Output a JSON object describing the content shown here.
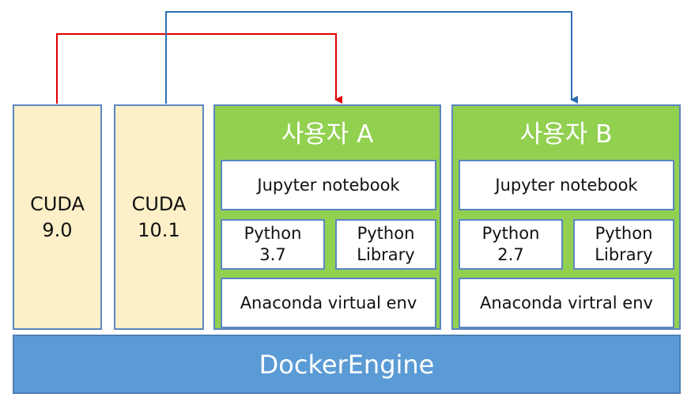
{
  "cuda": [
    {
      "label": "CUDA\n9.0"
    },
    {
      "label": "CUDA\n10.1"
    }
  ],
  "users": [
    {
      "title": "사용자 A",
      "jupyter": "Jupyter notebook",
      "python": "Python\n3.7",
      "library": "Python\nLibrary",
      "env": "Anaconda virtual env"
    },
    {
      "title": "사용자 B",
      "jupyter": "Jupyter notebook",
      "python": "Python\n2.7",
      "library": "Python\nLibrary",
      "env": "Anaconda virtral env"
    }
  ],
  "engine": {
    "label": "DockerEngine"
  },
  "colors": {
    "arrow_cuda90": "#e00000",
    "arrow_cuda101": "#2e6fb0"
  }
}
